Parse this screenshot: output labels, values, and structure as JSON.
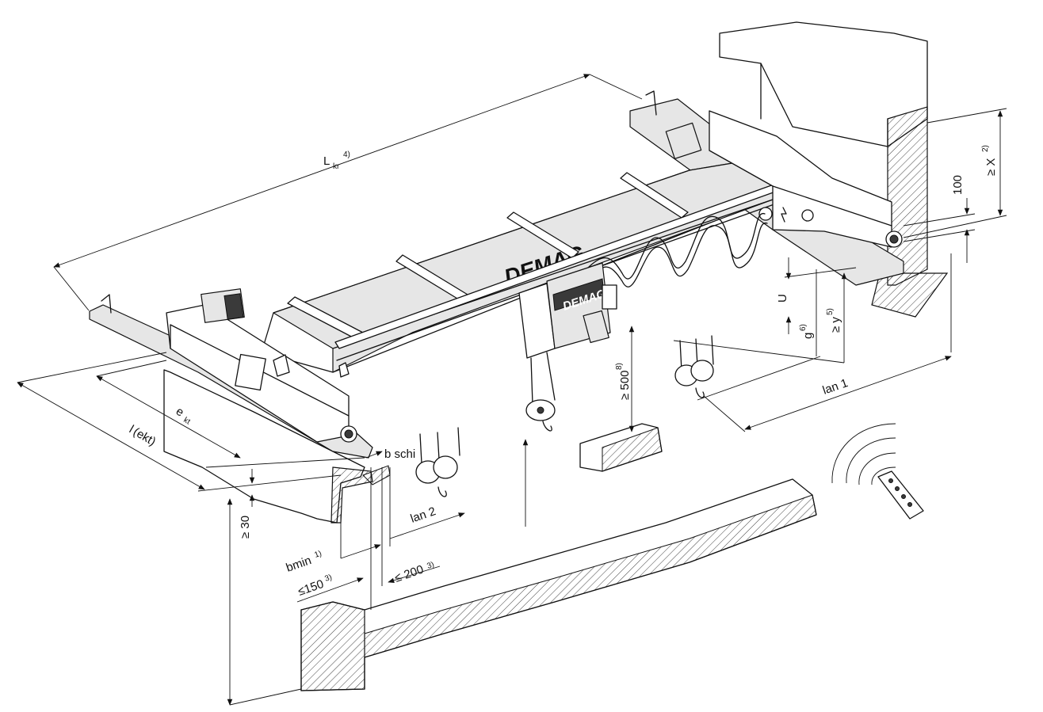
{
  "brand": {
    "girder_text": "DEMAG",
    "hoist_text": "DEMAG"
  },
  "dimensions": {
    "L_kr": {
      "label": "L",
      "sub": "kr",
      "note": "4)"
    },
    "X": {
      "label": "≥ X",
      "note": "2)"
    },
    "d100": {
      "label": "100"
    },
    "U": {
      "label": "U"
    },
    "g": {
      "label": "g",
      "note": "6)"
    },
    "y": {
      "label": "≥ y",
      "note": "5)"
    },
    "lan1": {
      "label": "lan 1"
    },
    "lan2": {
      "label": "lan 2"
    },
    "d500": {
      "label": "≥ 500",
      "note": "8)"
    },
    "ekt": {
      "label": "e",
      "sub": "kt"
    },
    "l_ekt": {
      "label": "l",
      "sub": "(ekt)"
    },
    "b_schi": {
      "label": "b schi"
    },
    "d30": {
      "label": "≥ 30"
    },
    "bmin": {
      "label": "bmin",
      "note": "1)"
    },
    "d150": {
      "label": "≤150",
      "note": "3)"
    },
    "d200": {
      "label": "≤ 200",
      "note": "3)"
    }
  }
}
